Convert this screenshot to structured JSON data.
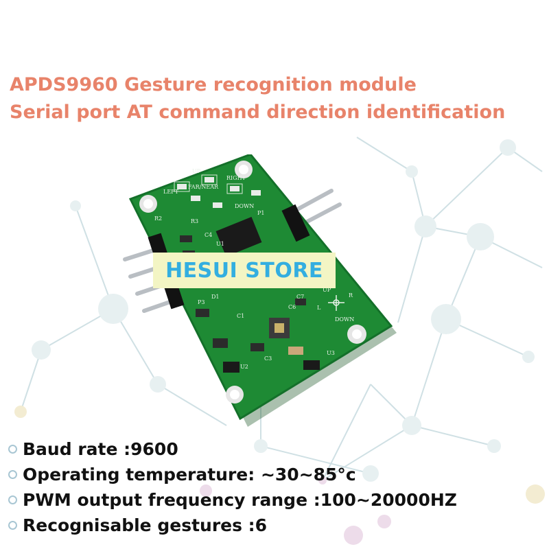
{
  "title": {
    "line1": "APDS9960 Gesture recognition module",
    "line2": "Serial port AT command direction identification"
  },
  "watermark": "HESUI STORE",
  "pcb_labels": {
    "up": "UP",
    "left": "LEFT",
    "far_near": "FAR/NEAR",
    "right": "RIGHT",
    "down": "DOWN",
    "p1": "P1",
    "r2": "R2",
    "r3": "R3",
    "c4": "C4",
    "u1": "U1",
    "p3": "P3",
    "d1": "D1",
    "c1": "C1",
    "c6": "C6",
    "c7": "C7",
    "c3": "C3",
    "u2": "U2",
    "u3": "U3",
    "arrow_u": "UP",
    "arrow_l": "L",
    "arrow_r": "R",
    "arrow_d": "DOWN"
  },
  "specs": [
    "Baud rate :9600",
    "Operating temperature: ~30~85°c",
    "PWM output frequency range :100~20000HZ",
    "Recognisable gestures :6"
  ],
  "colors": {
    "title": "#e8836a",
    "watermark_text": "#33aee0",
    "watermark_bg": "#f3f5c4",
    "pcb": "#1e8a34",
    "pcb_dark": "#136b26"
  }
}
